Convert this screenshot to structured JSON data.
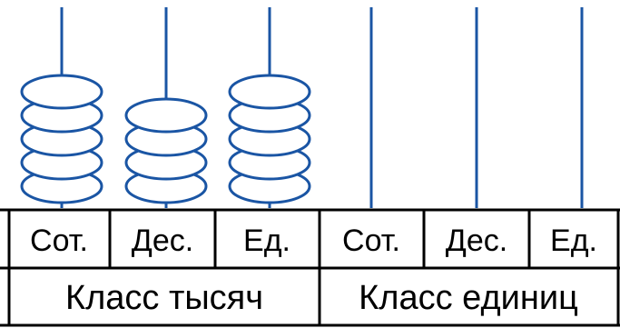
{
  "colors": {
    "rod": "#1a55a4",
    "bead_stroke": "#1a55a4",
    "grid": "#000000",
    "text": "#000000"
  },
  "classes": [
    {
      "label": "Класс тысяч",
      "columns": [
        {
          "label": "Сот.",
          "beads": 5
        },
        {
          "label": "Дес.",
          "beads": 4
        },
        {
          "label": "Ед.",
          "beads": 5
        }
      ]
    },
    {
      "label": "Класс единиц",
      "columns": [
        {
          "label": "Сот.",
          "beads": 0
        },
        {
          "label": "Дес.",
          "beads": 0
        },
        {
          "label": "Ед.",
          "beads": 0
        }
      ]
    }
  ]
}
